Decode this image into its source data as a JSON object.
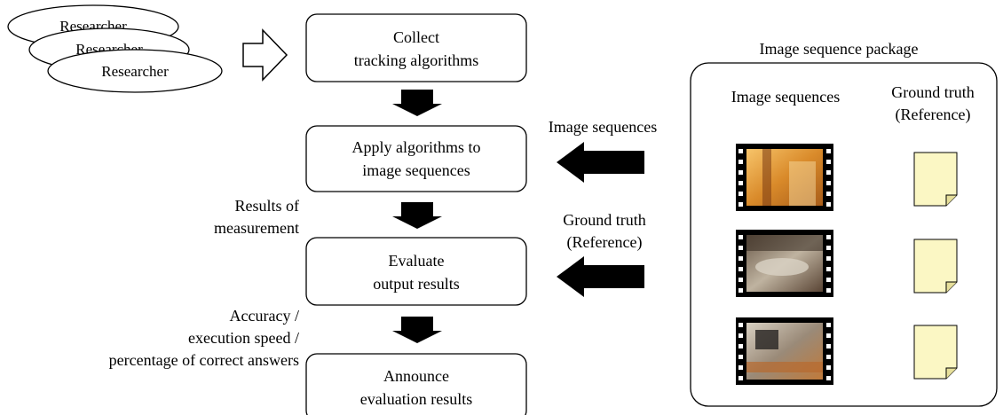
{
  "researchers": [
    "Researcher",
    "Researcher",
    "Researcher"
  ],
  "steps": {
    "collect": [
      "Collect",
      "tracking algorithms"
    ],
    "apply": [
      "Apply algorithms to",
      "image sequences"
    ],
    "evaluate": [
      "Evaluate",
      "output results"
    ],
    "announce": [
      "Announce",
      "evaluation results"
    ]
  },
  "side_labels": {
    "results": [
      "Results of",
      "measurement"
    ],
    "metrics": [
      "Accuracy /",
      "execution speed /",
      "percentage of correct answers"
    ]
  },
  "inputs": {
    "image_sequences": "Image sequences",
    "ground_truth": [
      "Ground truth",
      "(Reference)"
    ]
  },
  "package": {
    "title": "Image sequence package",
    "col_sequences": "Image sequences",
    "col_ground_truth": [
      "Ground truth",
      "(Reference)"
    ]
  }
}
